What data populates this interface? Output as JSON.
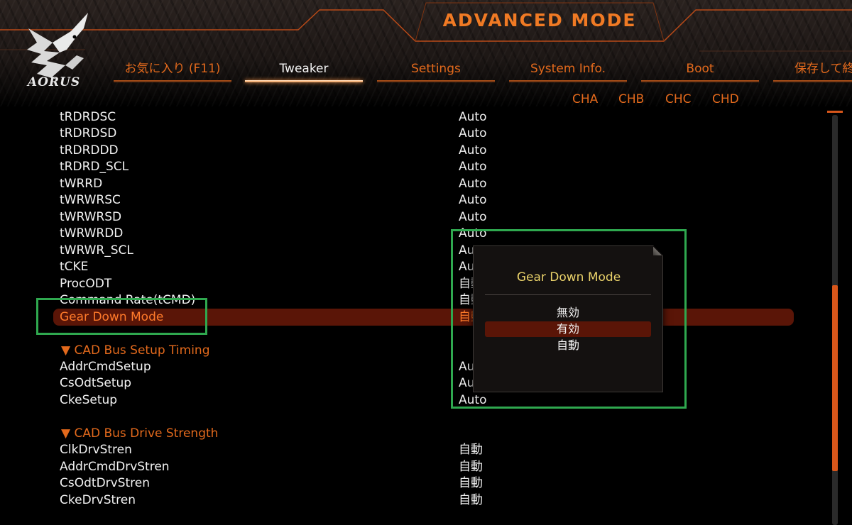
{
  "header": {
    "mode_title": "ADVANCED MODE",
    "logo_text": "AORUS",
    "tabs": [
      {
        "label": "お気に入り (F11)",
        "active": false
      },
      {
        "label": "Tweaker",
        "active": true
      },
      {
        "label": "Settings",
        "active": false
      },
      {
        "label": "System Info.",
        "active": false
      },
      {
        "label": "Boot",
        "active": false
      },
      {
        "label": "保存して終",
        "active": false
      }
    ],
    "channels": [
      "CHA",
      "CHB",
      "CHC",
      "CHD"
    ]
  },
  "settings": [
    {
      "label": "tRDRDSC",
      "value": "Auto"
    },
    {
      "label": "tRDRDSD",
      "value": "Auto"
    },
    {
      "label": "tRDRDDD",
      "value": "Auto"
    },
    {
      "label": "tRDRD_SCL",
      "value": "Auto"
    },
    {
      "label": "tWRRD",
      "value": "Auto"
    },
    {
      "label": "tWRWRSC",
      "value": "Auto"
    },
    {
      "label": "tWRWRSD",
      "value": "Auto"
    },
    {
      "label": "tWRWRDD",
      "value": "Auto"
    },
    {
      "label": "tWRWR_SCL",
      "value": "Auto"
    },
    {
      "label": "tCKE",
      "value": "Auto"
    },
    {
      "label": "ProcODT",
      "value": "自動"
    },
    {
      "label": "Command Rate(tCMD)",
      "value": "自動"
    },
    {
      "label": "Gear Down Mode",
      "value": "自動",
      "selected": true
    },
    {
      "label": "▼ CAD Bus Setup Timing",
      "value": "",
      "section": true
    },
    {
      "label": "AddrCmdSetup",
      "value": "Auto"
    },
    {
      "label": "CsOdtSetup",
      "value": "Auto"
    },
    {
      "label": "CkeSetup",
      "value": "Auto"
    },
    {
      "label": "▼ CAD Bus Drive Strength",
      "value": "",
      "section": true
    },
    {
      "label": "ClkDrvStren",
      "value": "自動"
    },
    {
      "label": "AddrCmdDrvStren",
      "value": "自動"
    },
    {
      "label": "CsOdtDrvStren",
      "value": "自動"
    },
    {
      "label": "CkeDrvStren",
      "value": "自動"
    }
  ],
  "popup": {
    "title": "Gear Down Mode",
    "options": [
      {
        "label": "無効",
        "selected": false
      },
      {
        "label": "有効",
        "selected": true
      },
      {
        "label": "自動",
        "selected": false
      }
    ]
  },
  "colors": {
    "accent": "#e2691c",
    "highlight": "#5a1507",
    "popup_title": "#ead26a",
    "annotation": "#2fa84f"
  },
  "scroll": {
    "position_fraction": 0.42,
    "visible_fraction": 0.45
  }
}
